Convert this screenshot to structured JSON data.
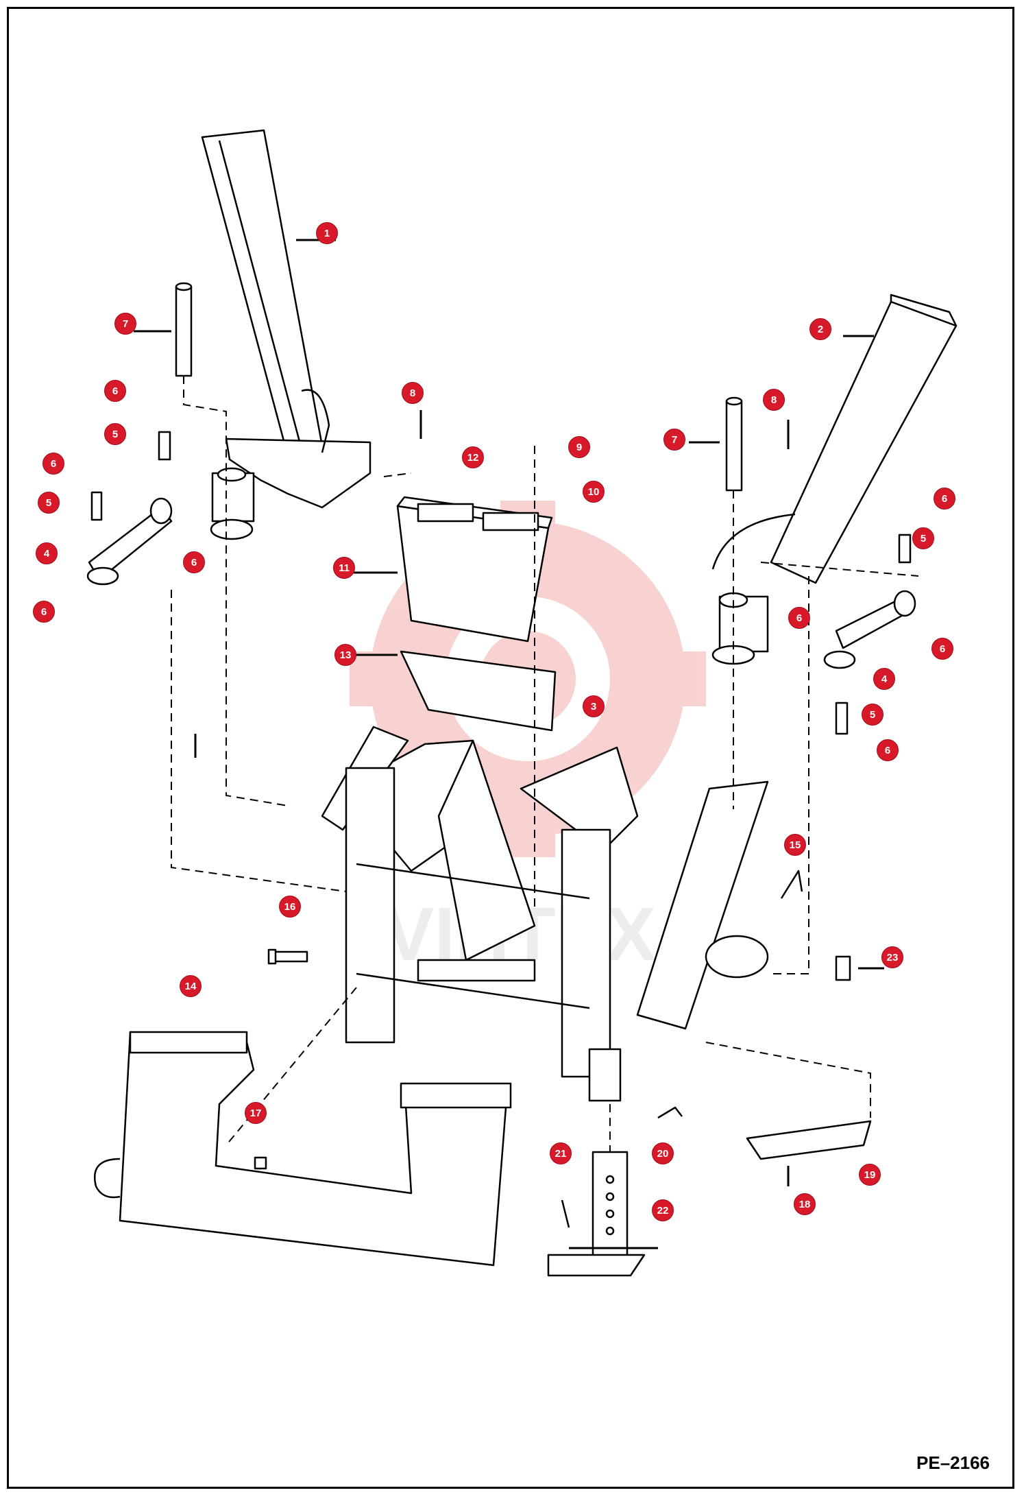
{
  "drawing_number": "PE–2166",
  "watermark_text": "VIHTEX",
  "watermark_color": "#f3a9a5",
  "callout_color": "#d7192a",
  "callouts": [
    {
      "label": "1"
    },
    {
      "label": "7"
    },
    {
      "label": "2"
    },
    {
      "label": "6"
    },
    {
      "label": "8"
    },
    {
      "label": "8"
    },
    {
      "label": "5"
    },
    {
      "label": "9"
    },
    {
      "label": "12"
    },
    {
      "label": "7"
    },
    {
      "label": "6"
    },
    {
      "label": "10"
    },
    {
      "label": "6"
    },
    {
      "label": "5"
    },
    {
      "label": "5"
    },
    {
      "label": "11"
    },
    {
      "label": "4"
    },
    {
      "label": "6"
    },
    {
      "label": "6"
    },
    {
      "label": "6"
    },
    {
      "label": "13"
    },
    {
      "label": "6"
    },
    {
      "label": "4"
    },
    {
      "label": "3"
    },
    {
      "label": "5"
    },
    {
      "label": "6"
    },
    {
      "label": "15"
    },
    {
      "label": "16"
    },
    {
      "label": "23"
    },
    {
      "label": "14"
    },
    {
      "label": "17"
    },
    {
      "label": "20"
    },
    {
      "label": "21"
    },
    {
      "label": "19"
    },
    {
      "label": "22"
    },
    {
      "label": "18"
    }
  ]
}
